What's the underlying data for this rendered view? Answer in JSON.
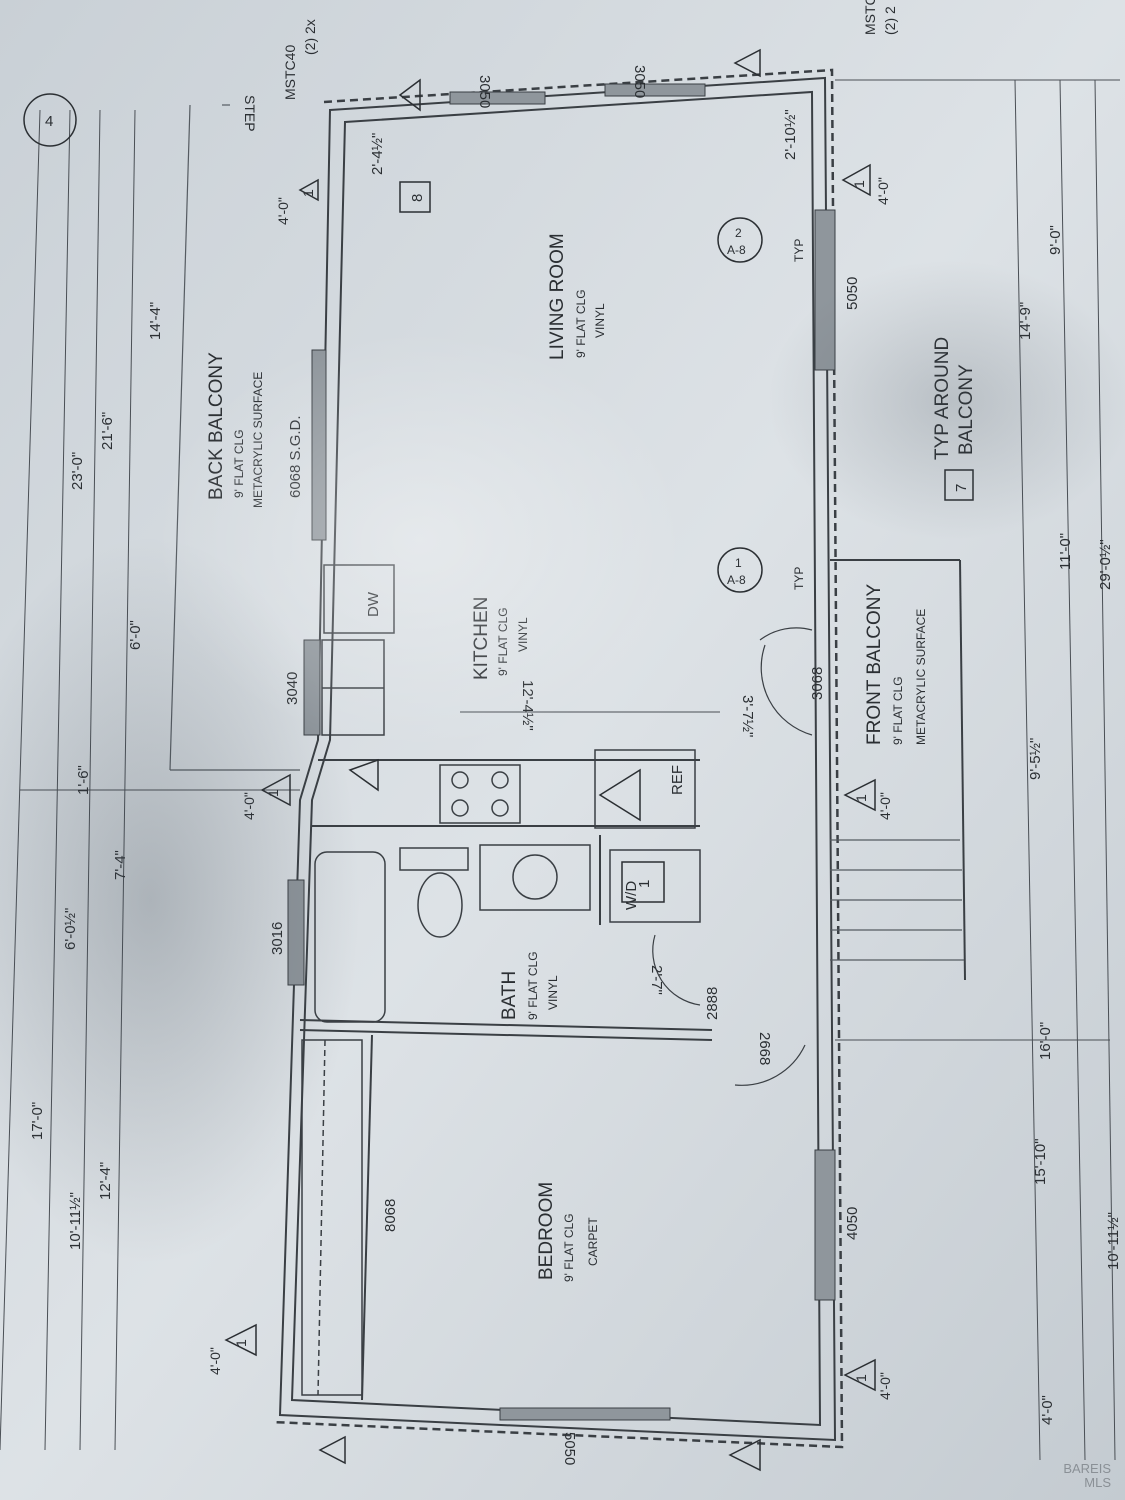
{
  "rooms": {
    "living": {
      "name": "LIVING ROOM",
      "ceiling": "9' FLAT CLG",
      "floor": "VINYL"
    },
    "kitchen": {
      "name": "KITCHEN",
      "ceiling": "9' FLAT CLG",
      "floor": "VINYL"
    },
    "back_balcony": {
      "name": "BACK BALCONY",
      "ceiling": "9' FLAT CLG",
      "floor": "METACRYLIC SURFACE"
    },
    "front_balcony": {
      "name": "FRONT BALCONY",
      "ceiling": "9' FLAT CLG",
      "floor": "METACRYLIC SURFACE"
    },
    "bath": {
      "name": "BATH",
      "ceiling": "9' FLAT CLG",
      "floor": "VINYL"
    },
    "bedroom": {
      "name": "BEDROOM",
      "ceiling": "9' FLAT CLG",
      "floor": "CARPET"
    }
  },
  "openings": {
    "top_3050_a": "3050",
    "top_3050_b": "3050",
    "slider": "6068 S.G.D.",
    "right_5050": "5050",
    "kitchen_3040": "3040",
    "front_door": "3068",
    "bath_3016": "3016",
    "bath_door": "2888",
    "bed_door": "2668",
    "closet": "8068",
    "bed_4050": "4050",
    "bottom_5050": "5050"
  },
  "fixtures": {
    "dishwasher": "DW",
    "refrigerator": "REF",
    "washer_dryer": "W/D",
    "step": "STEP"
  },
  "tags": {
    "eight": "8",
    "seven": "7",
    "one": "1",
    "typ_around": "TYP AROUND",
    "balcony": "BALCONY",
    "mstc_a": "MSTC40",
    "mstc_a2": "(2) 2x",
    "mstc_b": "MSTC",
    "mstc_b2": "(2) 2",
    "grid": "4",
    "detail_num_a": "2",
    "detail_num_b": "1",
    "detail_sheet": "A-8",
    "typ": "TYP",
    "tri_num": "1",
    "four_ft": "4'-0\""
  },
  "dimensions": {
    "d_2_4": "2'-4½\"",
    "d_2_10": "2'-10½\"",
    "d_12_4": "12'-4½\"",
    "d_3_7": "3'-7½\"",
    "d_2_7": "2'-7\"",
    "left": [
      "23'-0\"",
      "21'-6\"",
      "14'-4\"",
      "6'-0\"",
      "1'-6\"",
      "7'-4\"",
      "6'-0½\"",
      "17'-0\"",
      "10'-11½\"",
      "12'-4\""
    ],
    "right": [
      "9'-0\"",
      "14'-9\"",
      "11'-0\"",
      "29'-0½\"",
      "9'-5½\"",
      "16'-0\"",
      "15'-10\"",
      "4'-0\"",
      "10'-11½\""
    ]
  },
  "watermark": {
    "line1": "BAREIS",
    "line2": "MLS"
  }
}
